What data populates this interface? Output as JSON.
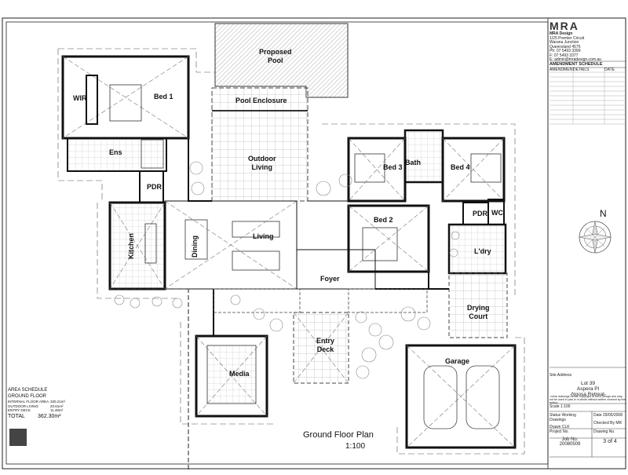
{
  "rooms": {
    "proposed_pool": [
      "Proposed",
      "Pool"
    ],
    "pool_enclosure": "Pool Enclosure",
    "outdoor_living": [
      "Outdoor",
      "Living"
    ],
    "wir": "WIR",
    "bed1": "Bed 1",
    "ens": "Ens",
    "pdr1": "PDR",
    "kitchen": "Kitchen",
    "dining": "Dining",
    "living": "Living",
    "bed3": "Bed 3",
    "bath": "Bath",
    "bed4": "Bed 4",
    "bed2": "Bed 2",
    "pdr2": "PDR",
    "wc": "WC",
    "ldry": "L'dry",
    "foyer": "Foyer",
    "drying_court": [
      "Drying",
      "Court"
    ],
    "entry_deck": [
      "Entry",
      "Deck"
    ],
    "media": "Media",
    "garage": "Garage"
  },
  "area_schedule": {
    "heading": "AREA SCHEDULE",
    "subheading": "GROUND FLOOR",
    "rows": [
      {
        "label": "INTERNAL FLOOR AREA",
        "value": "330.21m²"
      },
      {
        "label": "OUTDOOR LIVING",
        "value": "20.61m²"
      },
      {
        "label": "ENTRY DECK",
        "value": "11.48m²"
      }
    ],
    "total_label": "TOTAL",
    "total_value": "362.30m²"
  },
  "plan_title": "Ground Floor Plan",
  "plan_scale": "1:100",
  "north_label": "N",
  "title_block": {
    "logo": "MRA",
    "company": "MRA Design",
    "address1": "1/25 Premier Circuit",
    "address2": "Warana Junction",
    "address3": "Queensland 4575",
    "phone": "Ph: 07 5493 3399",
    "fax": "F: 07 5493 3377",
    "email": "E: admin@mradesign.com.au",
    "amendment_heading": "AMENDMENT SCHEDULE",
    "amendment_cols": [
      "AMENDMENT",
      "DETAILS",
      "DATE"
    ],
    "site_address_label": "Site Address",
    "lot": "Lot 39",
    "street": "Aspera Pl",
    "estate": "-Noosa Retreat-",
    "copyright": "These drawings remain copyright of MRA Design and may not be used in part or in whole without written consent by the author.",
    "scale_label": "Scale",
    "scale_value": "1:100",
    "status_label": "Status",
    "status_value": "Working Drawings",
    "date_label": "Date",
    "date_value": "29/05/2008",
    "drawn_label": "Drawn",
    "drawn_value": "CLK",
    "checked_label": "Checked By",
    "checked_value": "MR",
    "project_label": "Project No.",
    "job_label": "Job No.",
    "job_value": "20080509",
    "drawing_label": "Drawing No.",
    "drawing_value": "3 of 4"
  }
}
